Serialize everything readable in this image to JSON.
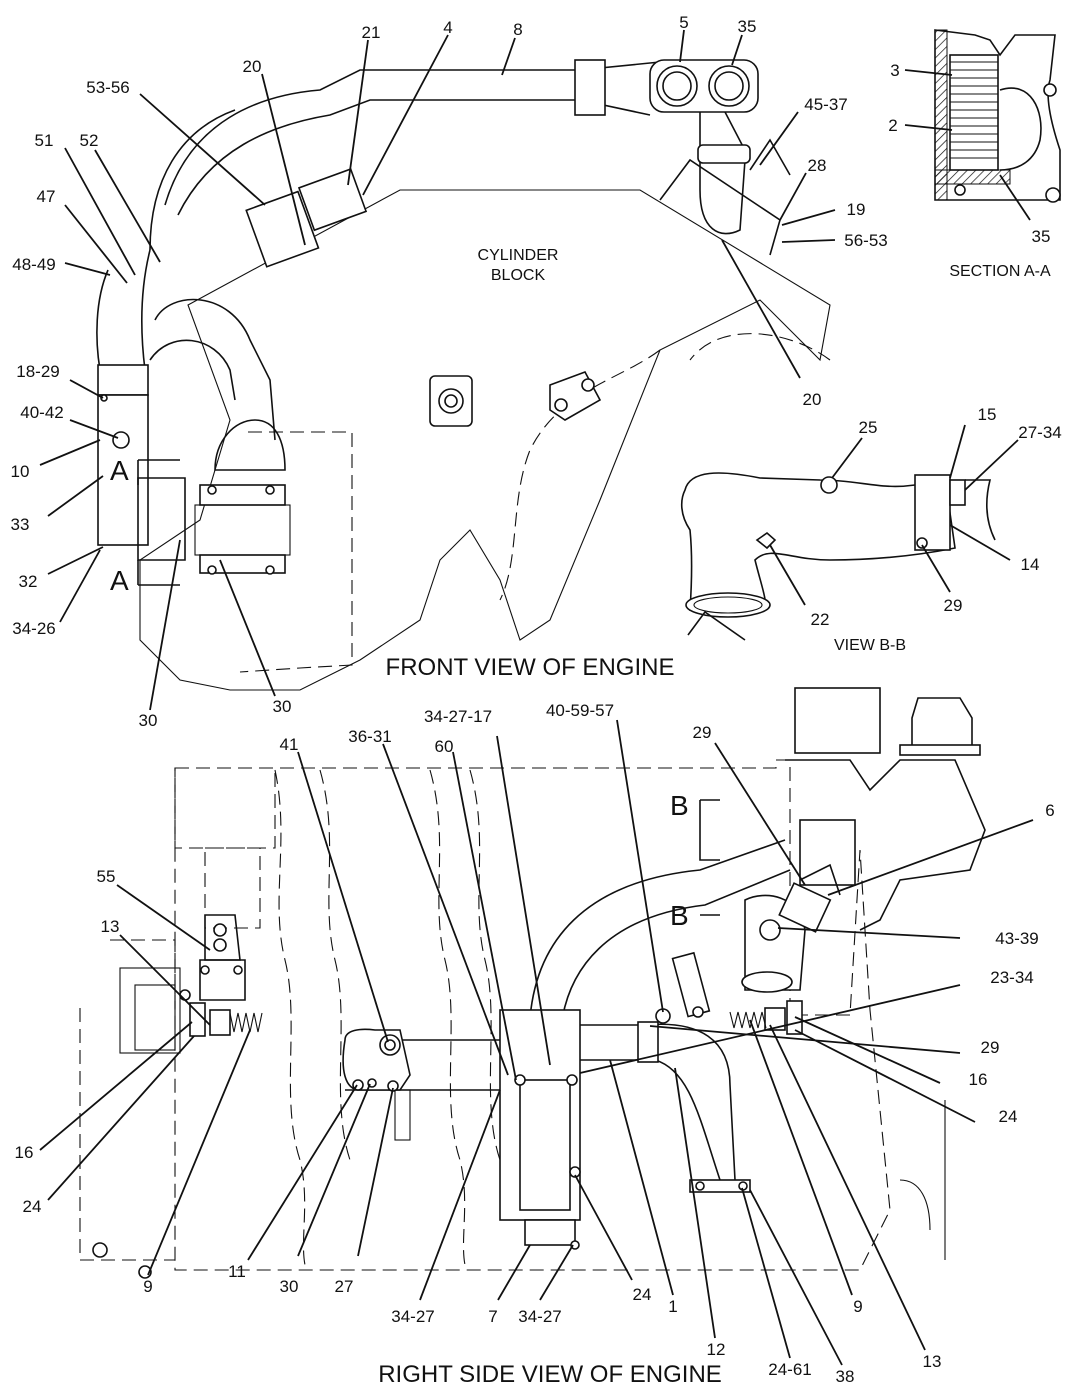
{
  "views": {
    "front_title": "FRONT VIEW OF ENGINE",
    "right_title": "RIGHT SIDE VIEW OF ENGINE",
    "section_label": "SECTION A-A",
    "view_bb_label": "VIEW B-B",
    "block_line1": "CYLINDER",
    "block_line2": "BLOCK",
    "section_letter_a": "A",
    "section_letter_b": "B"
  },
  "callouts": {
    "front": [
      "21",
      "4",
      "8",
      "5",
      "35",
      "20",
      "53-56",
      "51",
      "52",
      "47",
      "48-49",
      "18-29",
      "40-42",
      "10",
      "33",
      "32",
      "34-26",
      "30",
      "30",
      "45-37",
      "28",
      "19",
      "56-53",
      "20"
    ],
    "section_aa": [
      "3",
      "2",
      "35"
    ],
    "view_bb": [
      "25",
      "15",
      "27-34",
      "14",
      "29",
      "22"
    ],
    "right": [
      "41",
      "36-31",
      "60",
      "34-27-17",
      "40-59-57",
      "29",
      "6",
      "43-39",
      "55",
      "13",
      "23-34",
      "29",
      "16",
      "24",
      "16",
      "24",
      "9",
      "11",
      "30",
      "27",
      "34-27",
      "7",
      "34-27",
      "24",
      "1",
      "12",
      "24-61",
      "38",
      "9",
      "13"
    ]
  }
}
